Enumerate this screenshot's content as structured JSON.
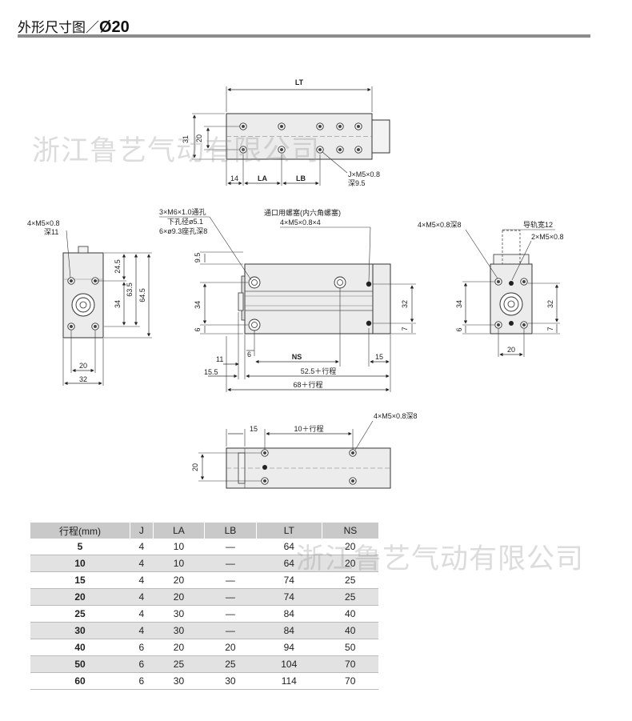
{
  "header": {
    "title_prefix": "外形尺寸图／",
    "title_model": "Ø20"
  },
  "top_view": {
    "lt": "LT",
    "d31": "31",
    "d20": "20",
    "d14": "14",
    "la": "LA",
    "lb": "LB",
    "j_label": "J×M5×0.8",
    "j_depth": "深9.5"
  },
  "left_view": {
    "holes": "4×M5×0.8",
    "depth": "深11",
    "d24_5": "24.5",
    "d63_5": "63.5",
    "d64_5": "64.5",
    "d34": "34",
    "d20": "20",
    "d32": "32"
  },
  "front_view": {
    "note1": "3×M6×1.0通孔",
    "note2": "下孔径ø5.1",
    "note3": "6×ø9.3座孔深8",
    "plug1": "通口用螺塞(内六角螺塞)",
    "plug2": "4×M5×0.8×4",
    "d9_5": "9.5",
    "d34": "34",
    "d6": "6",
    "d32": "32",
    "d7": "7",
    "d11": "11",
    "d15_5": "15.5",
    "d6b": "6",
    "ns": "NS",
    "d15": "15",
    "d52": "52.5＋行程",
    "d68": "68＋行程"
  },
  "right_view": {
    "holes": "4×M5×0.8深8",
    "rail": "导轨宽12",
    "m5": "2×M5×0.8",
    "d34": "34",
    "d6": "6",
    "d32": "32",
    "d7": "7",
    "d20": "20"
  },
  "bottom_view": {
    "d15": "15",
    "d10": "10＋行程",
    "holes": "4×M5×0.8深8",
    "d20": "20"
  },
  "watermark": "浙江鲁艺气动有限公司",
  "table": {
    "headers": [
      "行程(mm)",
      "J",
      "LA",
      "LB",
      "LT",
      "NS"
    ],
    "rows": [
      [
        "5",
        "4",
        "10",
        "—",
        "64",
        "20"
      ],
      [
        "10",
        "4",
        "10",
        "—",
        "64",
        "20"
      ],
      [
        "15",
        "4",
        "20",
        "—",
        "74",
        "25"
      ],
      [
        "20",
        "4",
        "20",
        "—",
        "74",
        "25"
      ],
      [
        "25",
        "4",
        "30",
        "—",
        "84",
        "40"
      ],
      [
        "30",
        "4",
        "30",
        "—",
        "84",
        "40"
      ],
      [
        "40",
        "6",
        "20",
        "20",
        "94",
        "50"
      ],
      [
        "50",
        "6",
        "25",
        "25",
        "104",
        "70"
      ],
      [
        "60",
        "6",
        "30",
        "30",
        "114",
        "70"
      ]
    ]
  }
}
